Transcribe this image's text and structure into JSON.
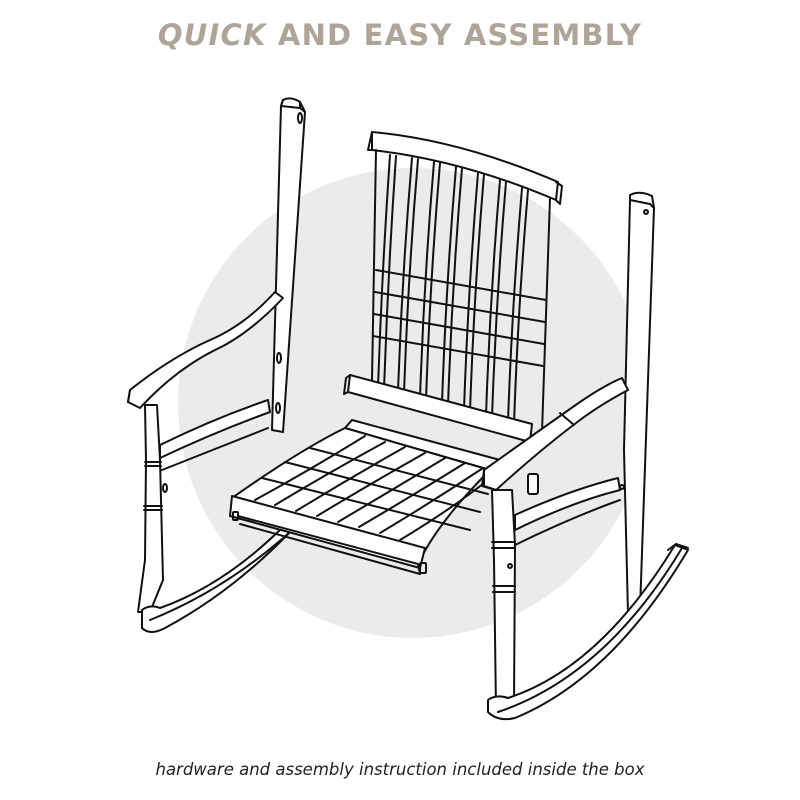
{
  "header": {
    "title_emphasis": "QUICK",
    "title_rest": " AND EASY ASSEMBLY",
    "title_color": "#aea598"
  },
  "illustration": {
    "subject": "rocking chair line drawing",
    "background_circle_color": "#ebebeb",
    "line_color": "#111111"
  },
  "footer": {
    "caption": "hardware and assembly instruction included inside the box"
  }
}
